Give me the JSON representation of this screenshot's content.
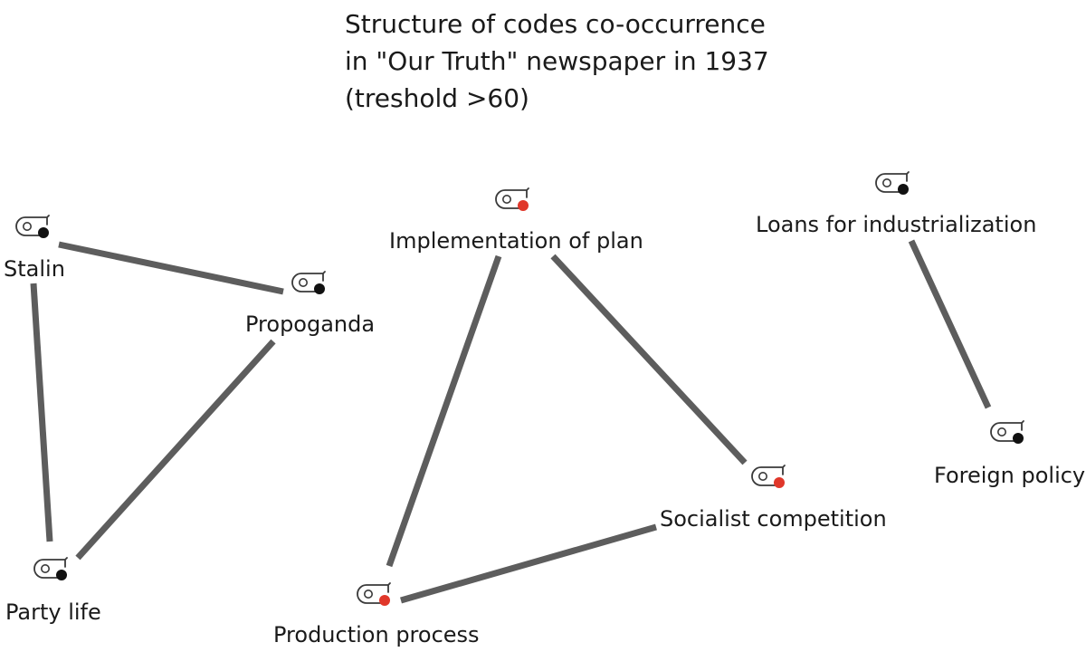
{
  "diagram": {
    "title_lines": [
      "Structure of codes co-occurrence",
      "in \"Our Truth\" newspaper in 1937",
      "(treshold >60)"
    ],
    "colors": {
      "edge": "#5d5d5d",
      "icon_outline": "#3a3a3a",
      "code_dot_black": "#111111",
      "code_dot_red": "#e0372a"
    },
    "nodes": [
      {
        "id": "stalin",
        "label": "Stalin",
        "dot": "black",
        "icon": "code-icon"
      },
      {
        "id": "propoganda",
        "label": "Propoganda",
        "dot": "black",
        "icon": "code-icon"
      },
      {
        "id": "party_life",
        "label": "Party life",
        "dot": "black",
        "icon": "code-icon"
      },
      {
        "id": "implementation",
        "label": "Implementation of plan",
        "dot": "red",
        "icon": "code-icon"
      },
      {
        "id": "production",
        "label": "Production process",
        "dot": "red",
        "icon": "code-icon"
      },
      {
        "id": "socialist",
        "label": "Socialist competition",
        "dot": "red",
        "icon": "code-icon"
      },
      {
        "id": "loans",
        "label": "Loans for industrialization",
        "dot": "black",
        "icon": "code-icon"
      },
      {
        "id": "foreign",
        "label": "Foreign policy",
        "dot": "black",
        "icon": "code-icon"
      }
    ],
    "edges": [
      {
        "from": "stalin",
        "to": "propoganda"
      },
      {
        "from": "stalin",
        "to": "party_life"
      },
      {
        "from": "propoganda",
        "to": "party_life"
      },
      {
        "from": "implementation",
        "to": "production"
      },
      {
        "from": "implementation",
        "to": "socialist"
      },
      {
        "from": "production",
        "to": "socialist"
      },
      {
        "from": "loans",
        "to": "foreign"
      }
    ]
  }
}
